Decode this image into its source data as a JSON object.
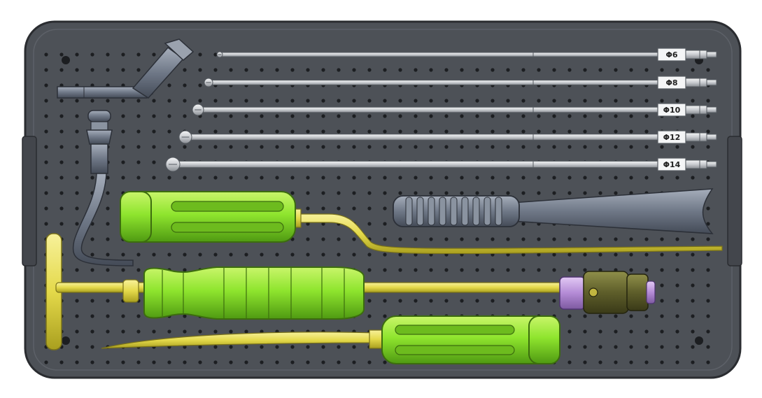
{
  "tray": {
    "tray_color": "#4d5157",
    "hole_color": "#1c1e21",
    "handle_green": "#8fe52e",
    "shaft_yellow": "#e4d94a",
    "steel_gray": "#d9dcdf",
    "blue_gray": "#6f7887"
  },
  "instruments": {
    "reamers": [
      {
        "label": "Φ6"
      },
      {
        "label": "Φ8"
      },
      {
        "label": "Φ10"
      },
      {
        "label": "Φ12"
      },
      {
        "label": "Φ14"
      }
    ]
  }
}
